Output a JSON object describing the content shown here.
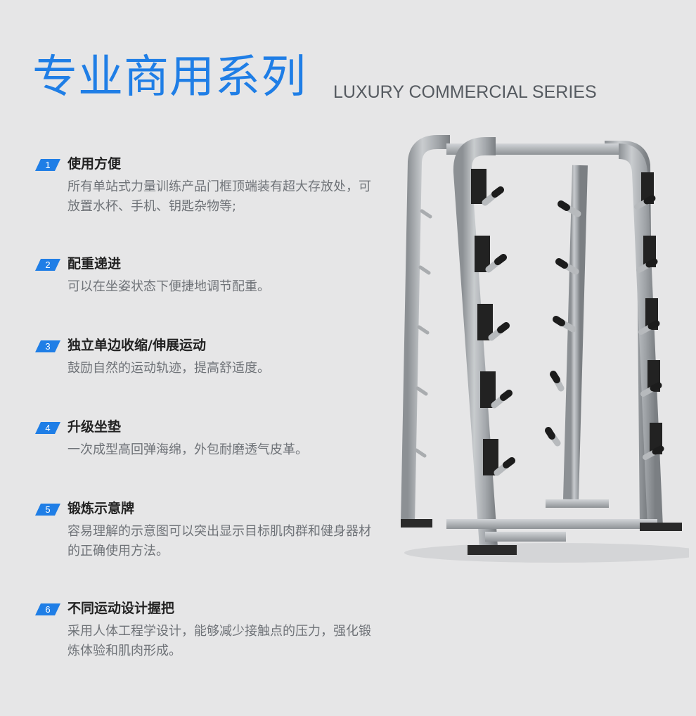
{
  "header": {
    "title_cn": "专业商用系列",
    "title_en": "LUXURY COMMERCIAL SERIES"
  },
  "colors": {
    "accent": "#1f7ee6",
    "background": "#e6e6e7",
    "title_text": "#222222",
    "body_text": "#6f7378"
  },
  "features": [
    {
      "number": "1",
      "title": "使用方便",
      "desc": "所有单站式力量训练产品门框顶端装有超大存放处，可放置水杯、手机、钥匙杂物等;"
    },
    {
      "number": "2",
      "title": "配重递进",
      "desc": "可以在坐姿状态下便捷地调节配重。"
    },
    {
      "number": "3",
      "title": "独立单边收缩/伸展运动",
      "desc": "鼓励自然的运动轨迹，提高舒适度。"
    },
    {
      "number": "4",
      "title": "升级坐垫",
      "desc": "一次成型高回弹海绵，外包耐磨透气皮革。"
    },
    {
      "number": "5",
      "title": "锻炼示意牌",
      "desc": "容易理解的示意图可以突出显示目标肌肉群和健身器材的正确使用方法。"
    },
    {
      "number": "6",
      "title": "不同运动设计握把",
      "desc": "采用人体工程学设计，能够减少接触点的压力，强化锻炼体验和肌肉形成。"
    }
  ]
}
